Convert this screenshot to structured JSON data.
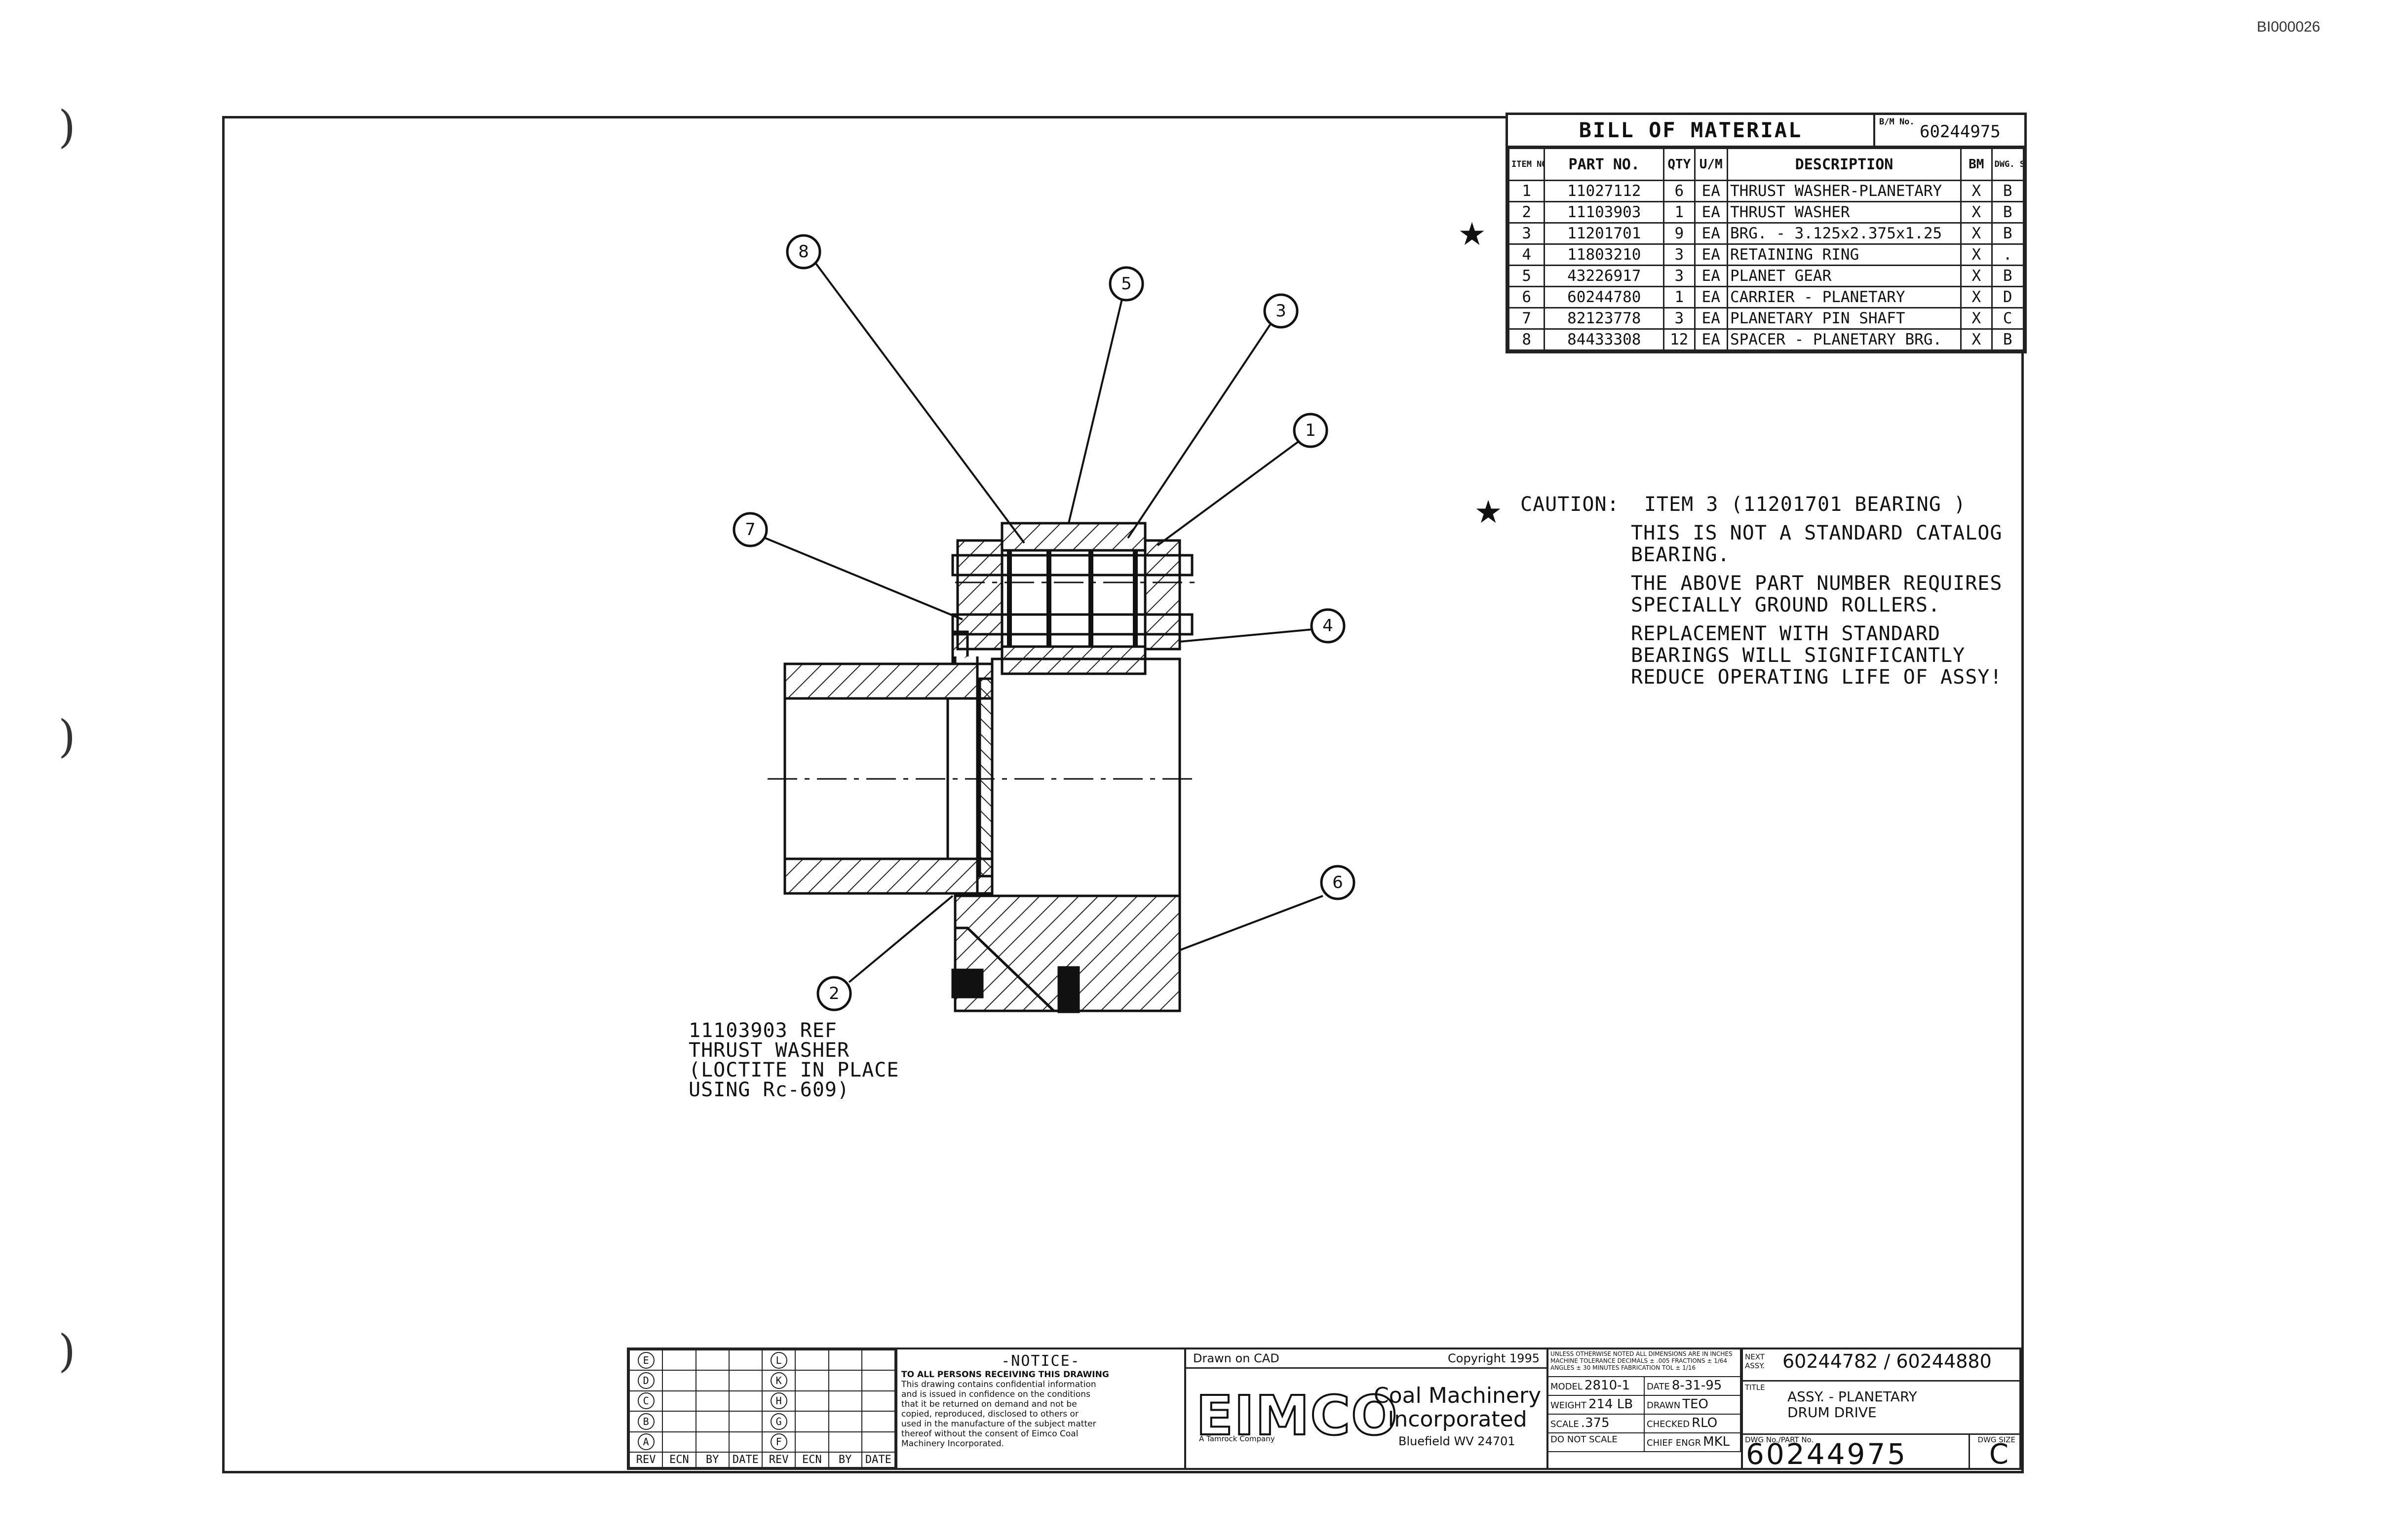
{
  "doc_id": "BI000026",
  "bom": {
    "title": "BILL OF MATERIAL",
    "number_label": "B/M No.",
    "number": "60244975",
    "headers": [
      "ITEM NO.",
      "PART NO.",
      "QTY",
      "U/M",
      "DESCRIPTION",
      "BM",
      "DWG. SIZE"
    ],
    "rows": [
      [
        "1",
        "11027112",
        "6",
        "EA",
        "THRUST WASHER-PLANETARY",
        "X",
        "B"
      ],
      [
        "2",
        "11103903",
        "1",
        "EA",
        "THRUST WASHER",
        "X",
        "B"
      ],
      [
        "3",
        "11201701",
        "9",
        "EA",
        "BRG. - 3.125x2.375x1.25",
        "X",
        "B"
      ],
      [
        "4",
        "11803210",
        "3",
        "EA",
        "RETAINING RING",
        "X",
        "."
      ],
      [
        "5",
        "43226917",
        "3",
        "EA",
        "PLANET GEAR",
        "X",
        "B"
      ],
      [
        "6",
        "60244780",
        "1",
        "EA",
        "CARRIER - PLANETARY",
        "X",
        "D"
      ],
      [
        "7",
        "82123778",
        "3",
        "EA",
        "PLANETARY PIN SHAFT",
        "X",
        "C"
      ],
      [
        "8",
        "84433308",
        "12",
        "EA",
        "SPACER - PLANETARY BRG.",
        "X",
        "B"
      ]
    ]
  },
  "caution": {
    "head": "CAUTION:",
    "item": "ITEM 3 (11201701 BEARING )",
    "para1": [
      "THIS IS NOT A STANDARD CATALOG",
      "BEARING."
    ],
    "para2": [
      "THE ABOVE PART NUMBER REQUIRES",
      "SPECIALLY GROUND ROLLERS."
    ],
    "para3": [
      "REPLACEMENT WITH STANDARD",
      "BEARINGS WILL SIGNIFICANTLY",
      "REDUCE OPERATING LIFE OF ASSY!"
    ]
  },
  "note": [
    "11103903 REF",
    "THRUST WASHER",
    "(LOCTITE IN PLACE",
    "USING Rc-609)"
  ],
  "balloons": [
    "8",
    "5",
    "3",
    "1",
    "7",
    "4",
    "6",
    "2"
  ],
  "title_block": {
    "rev_letters_left": [
      "E",
      "D",
      "C",
      "B",
      "A"
    ],
    "rev_letters_right": [
      "L",
      "K",
      "H",
      "G",
      "F"
    ],
    "rev_headers": [
      "REV",
      "ECN",
      "BY",
      "DATE",
      "REV",
      "ECN",
      "BY",
      "DATE"
    ],
    "notice_head": "-NOTICE-",
    "notice_lines": [
      "TO ALL PERSONS RECEIVING THIS DRAWING",
      "This drawing contains confidential information",
      "and is issued in confidence on the conditions",
      "that it be returned on demand and not be",
      "copied, reproduced, disclosed to others or",
      "used in the manufacture of the subject matter",
      "thereof without the consent of Eimco Coal",
      "Machinery Incorporated."
    ],
    "drawn_on": "Drawn on CAD",
    "copyright": "Copyright 1995",
    "logo": "EIMCO",
    "logo_sub": "A Tamrock Company",
    "company": [
      "Coal Machinery",
      "Incorporated"
    ],
    "city": "Bluefield WV 24701",
    "tolerance_note": "UNLESS OTHERWISE NOTED ALL DIMENSIONS ARE IN INCHES MACHINE TOLERANCE DECIMALS ± .005 FRACTIONS ± 1/64 ANGLES ± 30 MINUTES FABRICATION TOL ± 1/16",
    "model_label": "MODEL",
    "model": "2810-1",
    "date_label": "DATE",
    "date": "8-31-95",
    "weight_label": "WEIGHT",
    "weight": "214 LB",
    "drawn_label": "DRAWN",
    "drawn": "TEO",
    "scale_label": "SCALE",
    "scale": ".375",
    "checked_label": "CHECKED",
    "checked": "RLO",
    "dns": "DO NOT SCALE",
    "chief_label": "CHIEF ENGR",
    "chief": "MKL",
    "next_label": "NEXT ASSY.",
    "next_assy": "60244782 / 60244880",
    "title_label": "TITLE",
    "title": [
      "ASSY. - PLANETARY",
      "DRUM DRIVE"
    ],
    "dwg_label": "DWG No./PART No.",
    "dwg_no": "60244975",
    "size_label": "DWG SIZE",
    "size": "C"
  }
}
